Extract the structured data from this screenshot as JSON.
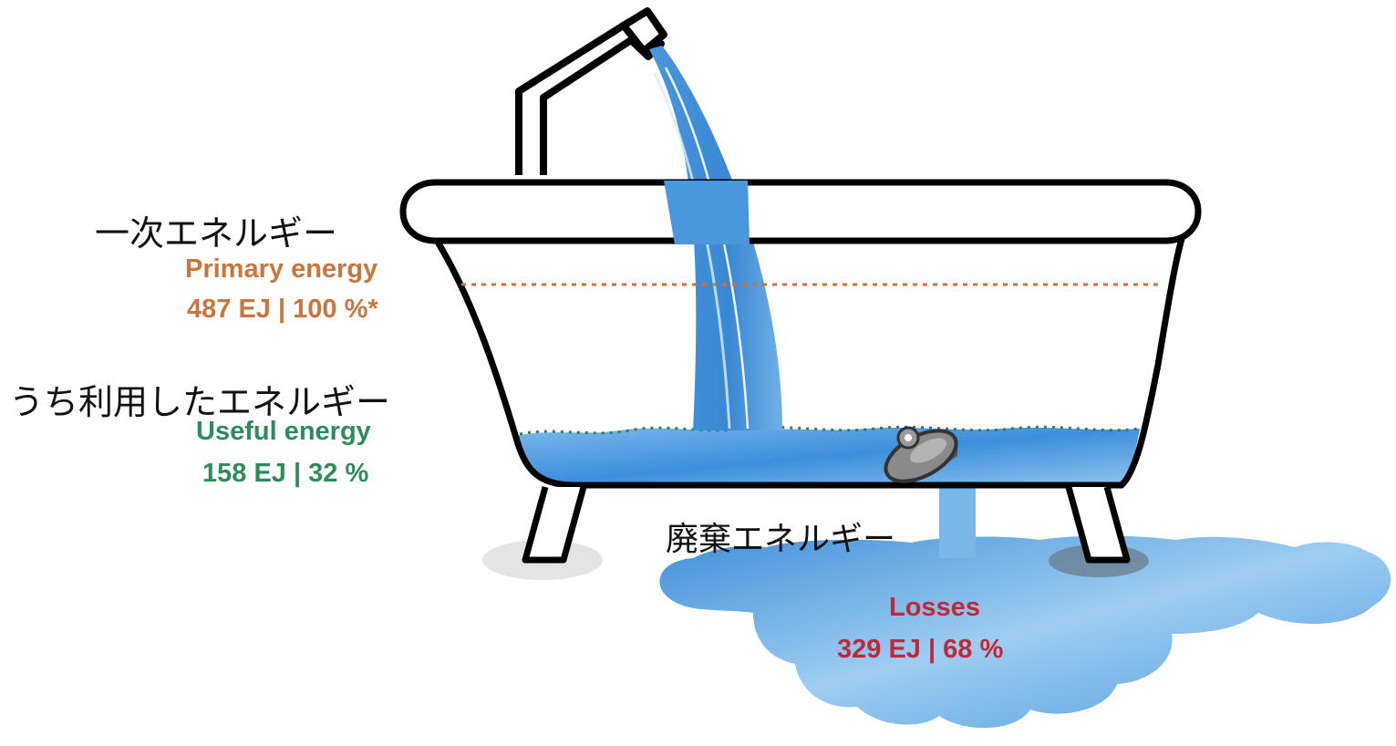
{
  "colors": {
    "primary": "#c8753e",
    "useful": "#2e8c5c",
    "losses": "#c0283a",
    "water": "#3d8fdc",
    "water_light": "#8ec4ee",
    "outline": "#000000",
    "shadow": "#e4e4e4"
  },
  "primary": {
    "label_jp": "一次エネルギー",
    "label_en": "Primary energy",
    "value": "487 EJ | 100 %*",
    "amount_ej": 487,
    "share_pct": 100
  },
  "useful": {
    "label_jp": "うち利用したエネルギー",
    "label_en": "Useful energy",
    "value": "158 EJ | 32 %",
    "amount_ej": 158,
    "share_pct": 32
  },
  "losses": {
    "label_jp": "廃棄エネルギー",
    "label_en": "Losses",
    "value": "329 EJ | 68 %",
    "amount_ej": 329,
    "share_pct": 68
  },
  "icons": [
    "faucet-icon",
    "bathtub-icon",
    "drain-plug-icon",
    "water-puddle-icon"
  ]
}
